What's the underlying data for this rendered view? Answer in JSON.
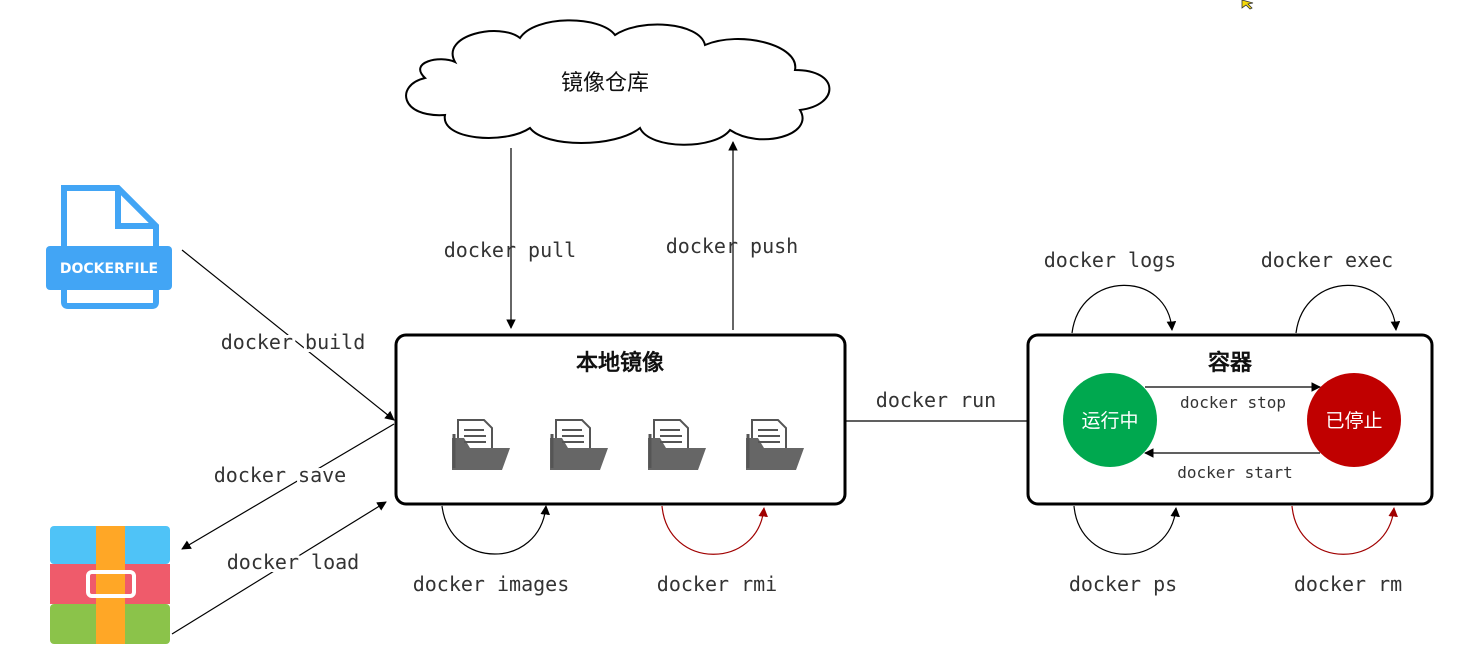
{
  "registry": {
    "label": "镜像仓库"
  },
  "local_images": {
    "title": "本地镜像",
    "image_count": 4
  },
  "container": {
    "title": "容器",
    "running_label": "运行中",
    "stopped_label": "已停止",
    "running_color": "#00a84f",
    "stopped_color": "#c00000"
  },
  "dockerfile": {
    "badge": "DOCKERFILE",
    "icon": "dockerfile-document-icon",
    "color": "#42a5f5"
  },
  "archive": {
    "icon": "archive-package-icon"
  },
  "commands": {
    "pull": "docker pull",
    "push": "docker push",
    "build": "docker build",
    "save": "docker save",
    "load": "docker load",
    "images": "docker images",
    "rmi": "docker rmi",
    "run": "docker run",
    "logs": "docker logs",
    "exec": "docker exec",
    "stop": "docker stop",
    "start": "docker start",
    "ps": "docker ps",
    "rm": "docker rm"
  }
}
